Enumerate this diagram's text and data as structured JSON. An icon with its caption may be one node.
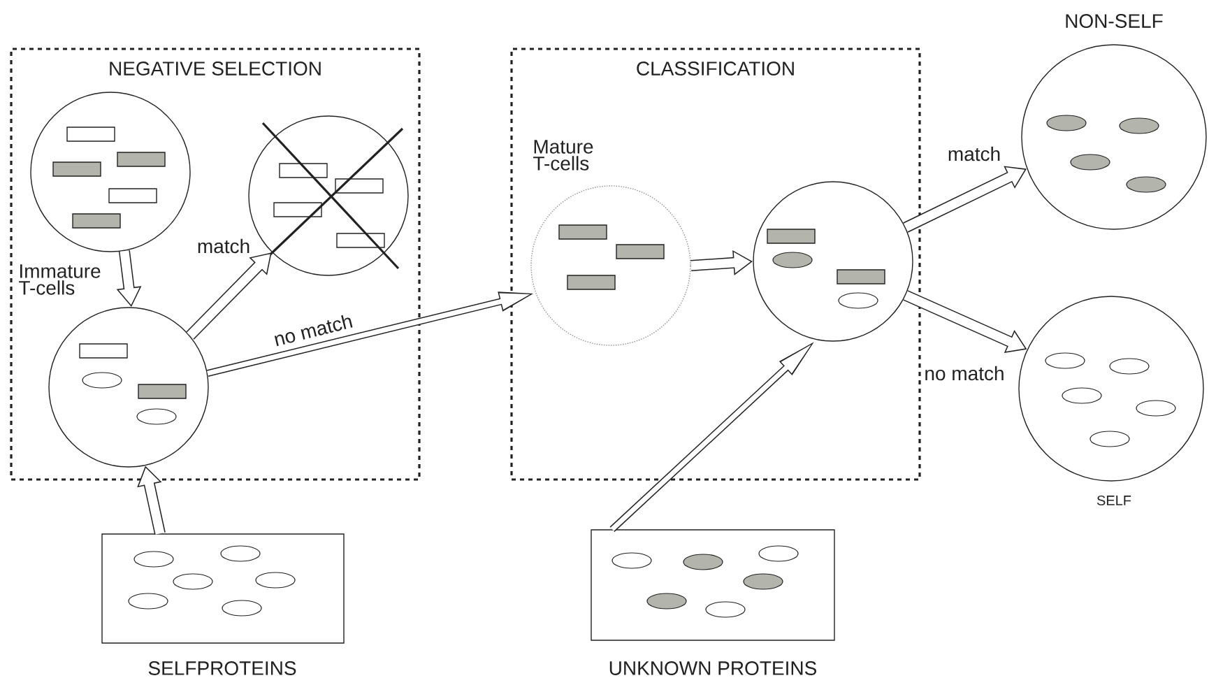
{
  "diagram": {
    "nodes": [
      {
        "text": [
          "NEGATIVE SELECTION"
        ]
      },
      {
        "text": [],
        "shape": "circle",
        "in": 0,
        "beside": [
          "Immature T-cells"
        ]
      },
      {
        "text": [],
        "shape": "circle",
        "in": 0
      },
      {
        "text": [],
        "shape": "circle",
        "in": 0
      },
      {
        "text": [
          "CLASSIFICATION"
        ]
      },
      {
        "text": [],
        "shape": "circle",
        "in": 4,
        "beside": [
          "Mature T-cells"
        ]
      },
      {
        "text": [],
        "shape": "circle",
        "in": 4
      },
      {
        "text": [],
        "shape": "circle",
        "beside": [
          "NON-SELF"
        ]
      },
      {
        "text": [],
        "shape": "circle",
        "beside": [
          "SELF"
        ]
      },
      {
        "text": [],
        "shape": "box",
        "beside": [
          "SELFPROTEINS"
        ]
      },
      {
        "text": [],
        "shape": "box",
        "beside": [
          "UNKNOWN PROTEINS"
        ]
      }
    ],
    "edges": [
      {
        "from": 1,
        "to": 3,
        "arrow": "to"
      },
      {
        "from": 3,
        "to": 2,
        "arrow": "to",
        "label": "match"
      },
      {
        "from": 3,
        "to": 5,
        "arrow": "to",
        "label": "no match"
      },
      {
        "from": 9,
        "to": 3,
        "arrow": "to"
      },
      {
        "from": 5,
        "to": 6,
        "arrow": "to"
      },
      {
        "from": 10,
        "to": 6,
        "arrow": "to"
      },
      {
        "from": 6,
        "to": 7,
        "arrow": "to",
        "label": "match"
      },
      {
        "from": 6,
        "to": 8,
        "arrow": "to",
        "label": "no match"
      }
    ]
  }
}
